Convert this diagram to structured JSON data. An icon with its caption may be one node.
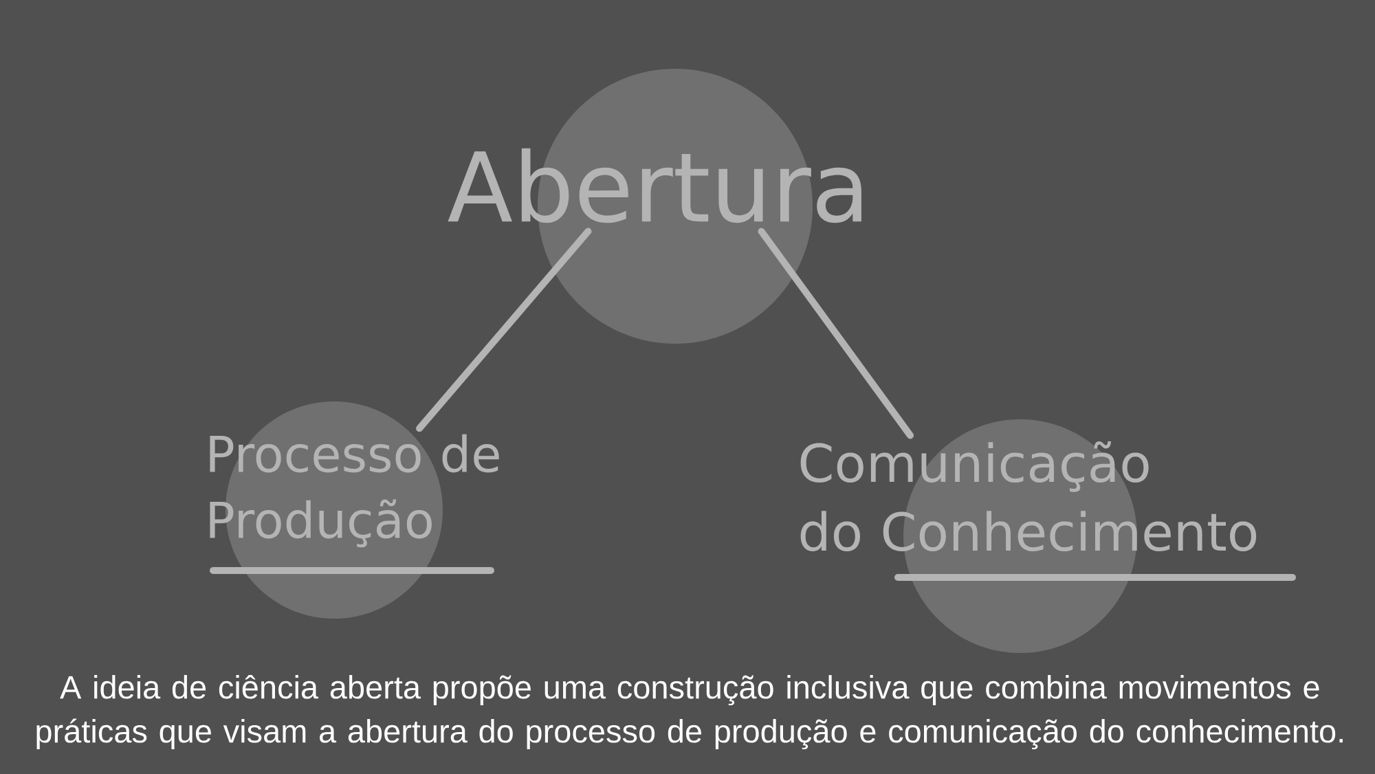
{
  "diagram": {
    "nodes": [
      {
        "text": [
          "Abertura"
        ]
      },
      {
        "text": [
          "Processo de Produção"
        ]
      },
      {
        "text": [
          "Comunicação do Conhecimento"
        ]
      }
    ],
    "edges": [
      {
        "from": 0,
        "to": 1,
        "arrow": "none"
      },
      {
        "from": 0,
        "to": 2,
        "arrow": "none"
      }
    ],
    "caption": "A ideia de ciência aberta propõe uma construção inclusiva que combina movimentos e práticas que visam a abertura do processo de produção e comunicação do conhecimento."
  }
}
